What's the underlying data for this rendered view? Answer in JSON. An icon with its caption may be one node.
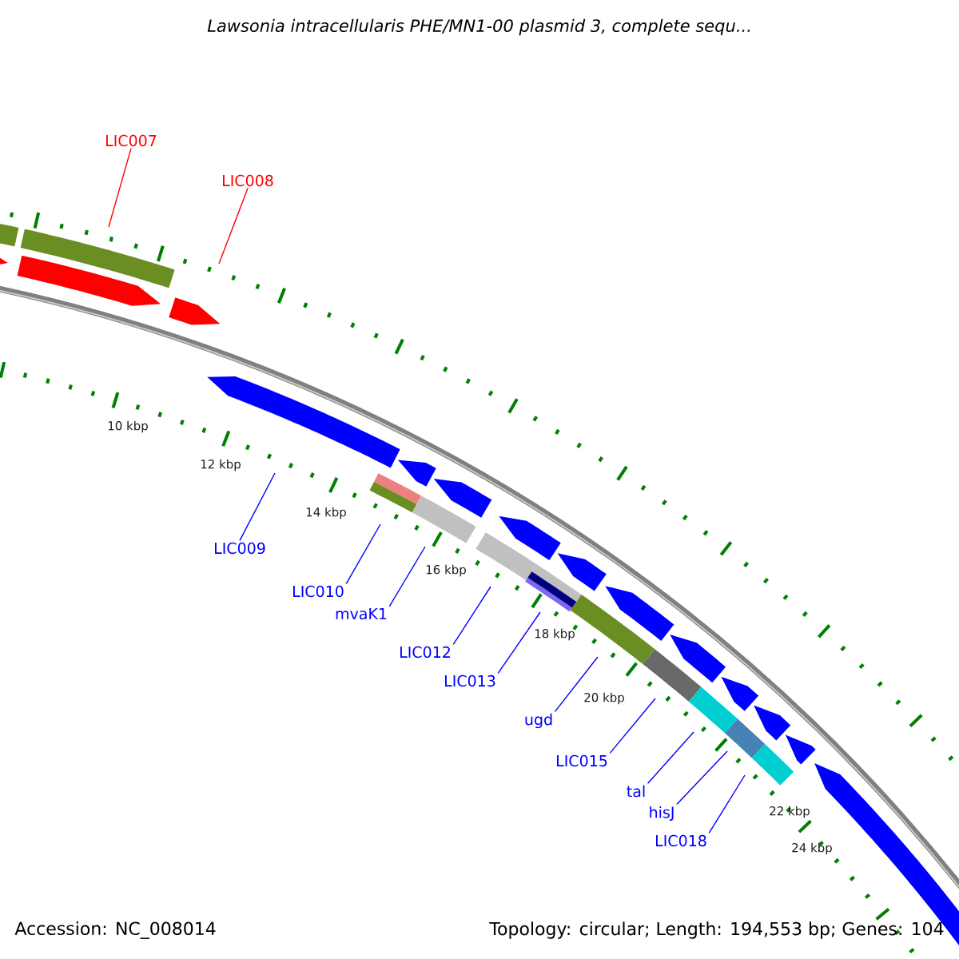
{
  "diagram": {
    "title": "Lawsonia intracellularis PHE/MN1-00 plasmid 3, complete sequ...",
    "nodes": [
      {
        "text": [
          "LIC007"
        ]
      },
      {
        "text": [
          "LIC008"
        ]
      },
      {
        "text": [
          "LIC009"
        ]
      },
      {
        "text": [
          "LIC010"
        ]
      },
      {
        "text": [
          "mvaK1"
        ]
      },
      {
        "text": [
          "LIC012"
        ]
      },
      {
        "text": [
          "LIC013"
        ]
      },
      {
        "text": [
          "ugd"
        ]
      },
      {
        "text": [
          "LIC015"
        ]
      },
      {
        "text": [
          "tal"
        ]
      },
      {
        "text": [
          "hisJ"
        ]
      },
      {
        "text": [
          "LIC018"
        ]
      }
    ],
    "edges": [
      {
        "from": 0,
        "to": null,
        "arrow": "none",
        "color": "#ff0000"
      },
      {
        "from": 1,
        "to": null,
        "arrow": "none",
        "color": "#ff0000"
      },
      {
        "from": 2,
        "to": null,
        "arrow": "none"
      },
      {
        "from": 3,
        "to": null,
        "arrow": "none"
      },
      {
        "from": 4,
        "to": null,
        "arrow": "none"
      },
      {
        "from": 5,
        "to": null,
        "arrow": "none"
      },
      {
        "from": 6,
        "to": null,
        "arrow": "none"
      },
      {
        "from": 7,
        "to": null,
        "arrow": "none"
      },
      {
        "from": 8,
        "to": null,
        "arrow": "none"
      },
      {
        "from": 9,
        "to": null,
        "arrow": "none"
      },
      {
        "from": 10,
        "to": null,
        "arrow": "none"
      },
      {
        "from": 11,
        "to": null,
        "arrow": "none"
      }
    ],
    "labels": [
      "10 kbp",
      "12 kbp",
      "14 kbp",
      "16 kbp",
      "18 kbp",
      "20 kbp",
      "22 kbp",
      "24 kbp",
      "Accession: NC_008014",
      "Topology: circular; Length: 194,553 bp; Genes: 104"
    ]
  }
}
